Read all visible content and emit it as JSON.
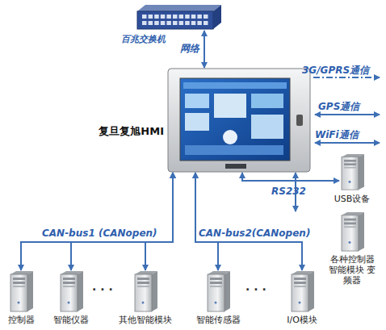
{
  "diagram": {
    "nodes": [
      {
        "text": [
          "百兆交换机"
        ]
      },
      {
        "text": [
          "复旦复旭HMI"
        ]
      },
      {
        "text": [
          "USB设备"
        ]
      },
      {
        "text": [
          "各种控制器 智能模块 变频器"
        ]
      },
      {
        "text": [
          "控制器"
        ]
      },
      {
        "text": [
          "智能仪器"
        ]
      },
      {
        "text": [
          "其他智能模块"
        ]
      },
      {
        "text": [
          "智能传感器"
        ]
      },
      {
        "text": [
          "I/O模块"
        ]
      }
    ],
    "edges": [
      {
        "from": 0,
        "to": 1,
        "label": "网络",
        "arrow": "both"
      },
      {
        "from": 1,
        "to": 2,
        "arrow": "both"
      },
      {
        "from": 1,
        "to": 3,
        "label": "RS232",
        "arrow": "both"
      },
      {
        "from": 1,
        "to": 4,
        "arrow": "both"
      },
      {
        "from": 1,
        "to": 5,
        "arrow": "both"
      },
      {
        "from": 1,
        "to": 6,
        "arrow": "both"
      },
      {
        "from": 1,
        "to": 7,
        "arrow": "both"
      },
      {
        "from": 1,
        "to": 8,
        "arrow": "both"
      }
    ],
    "labels": [
      "3G/GPRS通信",
      "GPS通信",
      "WiFi通信",
      "CAN-bus1 (CANopen)",
      "CAN-bus2(CANopen)",
      "· · ·",
      "· · ·"
    ]
  }
}
